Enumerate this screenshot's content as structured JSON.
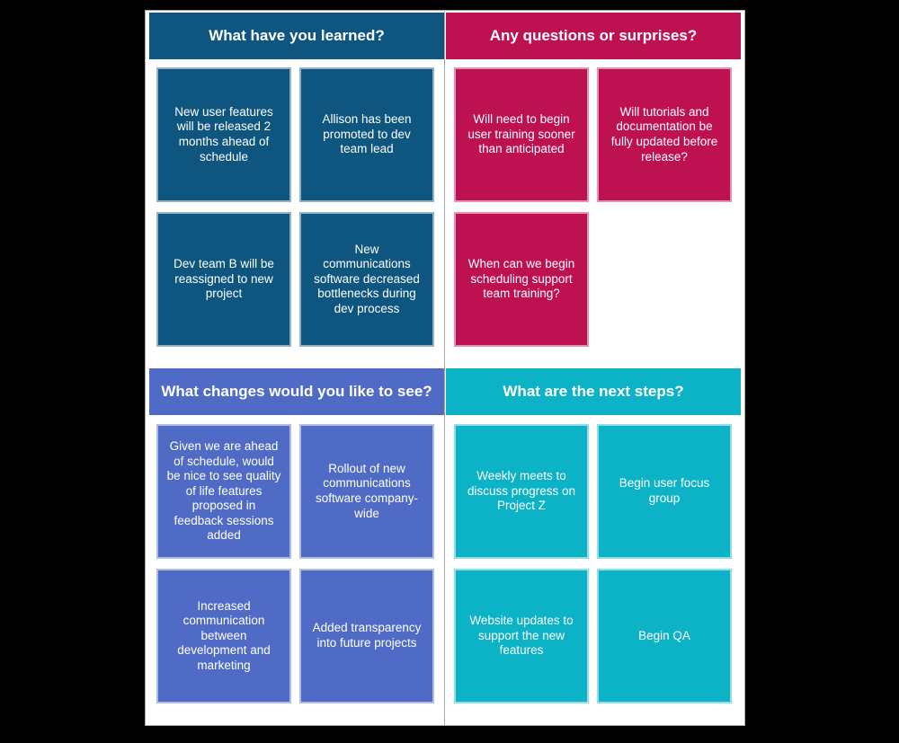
{
  "colors": {
    "learned": "#0E567F",
    "questions": "#BE1152",
    "changes": "#4F6BC6",
    "next_steps": "#0CB2C5",
    "board_background": "#ffffff",
    "page_background": "#000000",
    "divider": "#a6a6a6",
    "text": "#ffffff"
  },
  "board": {
    "quadrants": [
      {
        "id": "learned",
        "title": "What have you learned?",
        "cards": [
          "New user features will be released 2 months ahead of schedule",
          "Allison has been promoted to dev team lead",
          "Dev team B will be reassigned to new project",
          "New communications software decreased bottlenecks during dev process"
        ]
      },
      {
        "id": "questions",
        "title": "Any questions or surprises?",
        "cards": [
          "Will need to begin user training sooner than anticipated",
          "Will tutorials and documentation be fully updated before release?",
          "When can we begin scheduling support team training?"
        ]
      },
      {
        "id": "changes",
        "title": "What changes would you like to see?",
        "cards": [
          "Given we are ahead of schedule, would be nice to see quality of life features proposed in feedback sessions added",
          "Rollout of new communications software company-wide",
          "Increased communication between development and marketing",
          "Added transparency into future projects"
        ]
      },
      {
        "id": "next-steps",
        "title": "What are the next steps?",
        "cards": [
          "Weekly meets to discuss progress on Project Z",
          "Begin user focus group",
          "Website updates to support the new features",
          "Begin QA"
        ]
      }
    ]
  }
}
